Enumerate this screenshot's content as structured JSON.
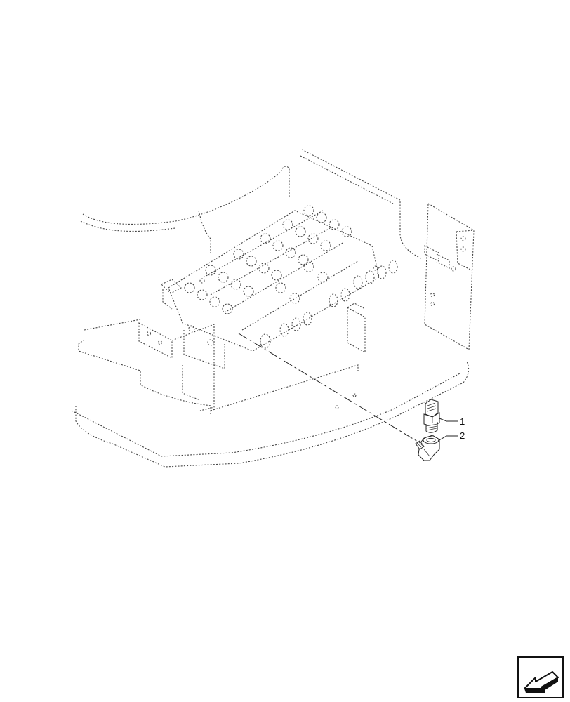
{
  "callouts": [
    {
      "label": "1",
      "part": "straight-fitting"
    },
    {
      "label": "2",
      "part": "elbow-fitting"
    }
  ],
  "nav": {
    "icon": "arrow-back-icon"
  },
  "colors": {
    "line": "#222222",
    "ghost": "#444444",
    "background": "#ffffff"
  }
}
